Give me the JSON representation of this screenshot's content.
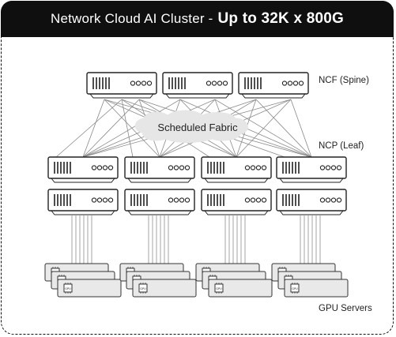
{
  "header": {
    "title_prefix": "Network Cloud AI Cluster -",
    "title_strong": "Up to 32K x 800G"
  },
  "labels": {
    "spine": "NCF (Spine)",
    "leaf": "NCP (Leaf)",
    "fabric": "Scheduled Fabric",
    "servers": "GPU Servers",
    "gpu": "GPU"
  },
  "colors": {
    "header_bg": "#0f0f10",
    "device_stroke": "#222222",
    "fabric_fill": "#e6e6e6",
    "line": "#8a8a8a"
  }
}
